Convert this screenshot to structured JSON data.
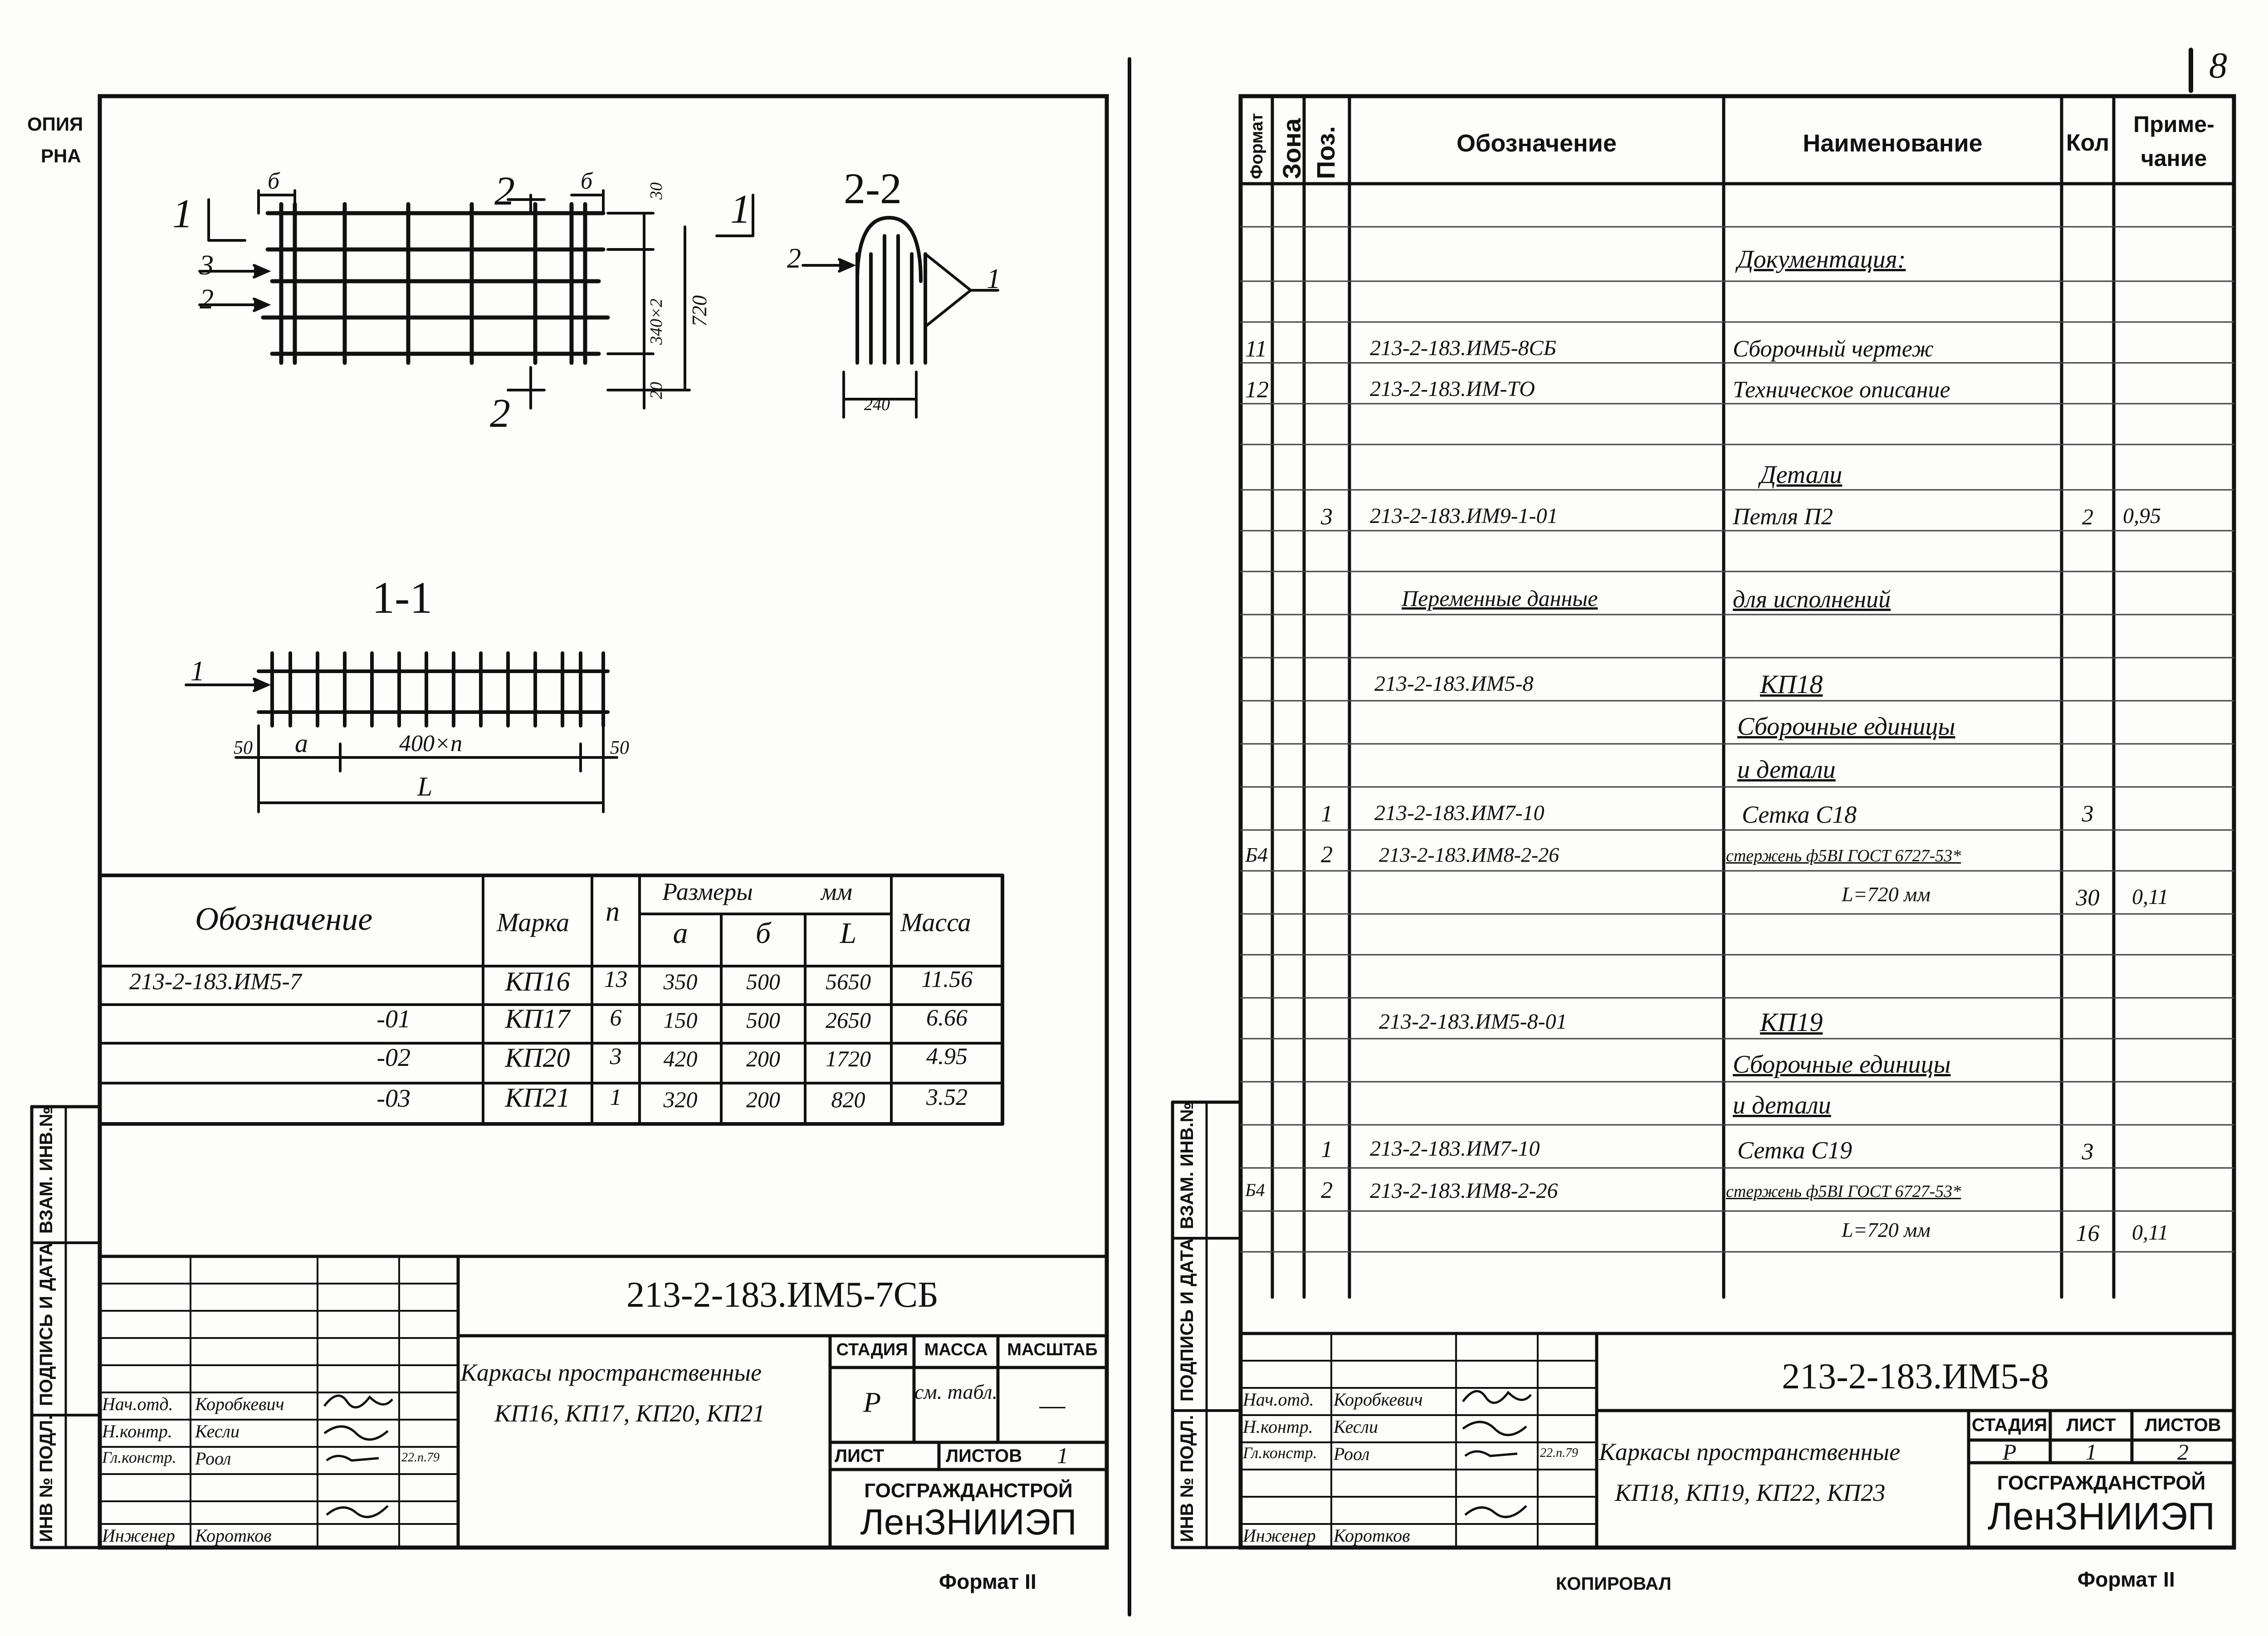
{
  "margin_left": [
    "ОПИЯ",
    "РНА"
  ],
  "page_number": "8",
  "left_sheet": {
    "section_2_2": "2-2",
    "section_1_1": "1-1",
    "callouts": {
      "n1a": "1",
      "n1b": "1",
      "n2a": "2",
      "n2b": "2",
      "n3": "3",
      "b1": "б",
      "b2": "б",
      "d30": "30",
      "d340": "340×2",
      "d720": "720",
      "d20": "20",
      "s22_2": "2",
      "s22_1": "1",
      "d240": "240",
      "s11_1": "1",
      "d50a": "50",
      "da": "a",
      "d400n": "400×n",
      "d50b": "50",
      "dL": "L"
    },
    "table": {
      "headers": {
        "designation": "Обозначение",
        "mark": "Марка",
        "n": "n",
        "sizes": "Размеры",
        "mm": "мм",
        "a": "a",
        "b": "б",
        "L": "L",
        "mass": "Масса"
      },
      "rows": [
        {
          "designation": "213-2-183.ИМ5-7",
          "mark": "КП16",
          "n": "13",
          "a": "350",
          "b": "500",
          "L": "5650",
          "mass": "11.56"
        },
        {
          "designation": "-01",
          "mark": "КП17",
          "n": "6",
          "a": "150",
          "b": "500",
          "L": "2650",
          "mass": "6.66"
        },
        {
          "designation": "-02",
          "mark": "КП20",
          "n": "3",
          "a": "420",
          "b": "200",
          "L": "1720",
          "mass": "4.95"
        },
        {
          "designation": "-03",
          "mark": "КП21",
          "n": "1",
          "a": "320",
          "b": "200",
          "L": "820",
          "mass": "3.52"
        }
      ]
    },
    "side_labels": [
      "ИНВ № ПОДЛ.",
      "ПОДПИСЬ И ДАТА",
      "ВЗАМ. ИНВ.№"
    ],
    "title_block": {
      "code": "213-2-183.ИМ5-7СБ",
      "title_line1": "Каркасы пространственные",
      "title_line2": "КП16, КП17, КП20, КП21",
      "stage_h": "СТАДИЯ",
      "mass_h": "МАССА",
      "scale_h": "МАСШТАБ",
      "stage": "Р",
      "mass": "см. табл.",
      "scale": "—",
      "sheet_h": "ЛИСТ",
      "sheets_h": "ЛИСТОВ",
      "sheets": "1",
      "org1": "ГОСГРАЖДАНСТРОЙ",
      "org2": "ЛенЗНИИЭП",
      "people": [
        {
          "role": "Нач.отд.",
          "name": "Коробкевич",
          "date": ""
        },
        {
          "role": "Н.контр.",
          "name": "Кесли",
          "date": ""
        },
        {
          "role": "Гл.констр.",
          "name": "Роол",
          "date": "22.п.79"
        },
        {
          "role": "Инженер",
          "name": "Коротков",
          "date": ""
        }
      ]
    },
    "format": "Формат II"
  },
  "center_label": "КОПИРОВАЛ",
  "right_sheet": {
    "headers": {
      "format": "Формат",
      "zone": "Зона",
      "pos": "Поз.",
      "designation": "Обозначение",
      "name": "Наименование",
      "qty": "Кол",
      "note1": "Приме-",
      "note2": "чание"
    },
    "rows": [
      {
        "fmt": "",
        "pos": "",
        "des": "",
        "name": "Документация:",
        "qty": "",
        "note": ""
      },
      {
        "fmt": "11",
        "pos": "",
        "des": "213-2-183.ИМ5-8СБ",
        "name": "Сборочный чертеж",
        "qty": "",
        "note": ""
      },
      {
        "fmt": "12",
        "pos": "",
        "des": "213-2-183.ИМ-ТО",
        "name": "Техническое описание",
        "qty": "",
        "note": ""
      },
      {
        "fmt": "",
        "pos": "",
        "des": "",
        "name": "Детали",
        "qty": "",
        "note": ""
      },
      {
        "fmt": "",
        "pos": "3",
        "des": "213-2-183.ИМ9-1-01",
        "name": "Петля П2",
        "qty": "2",
        "note": "0,95"
      },
      {
        "fmt": "",
        "pos": "",
        "des": "Переменные данные",
        "name": "для исполнений",
        "qty": "",
        "note": ""
      },
      {
        "fmt": "",
        "pos": "",
        "des": "213-2-183.ИМ5-8",
        "name": "КП18",
        "qty": "",
        "note": ""
      },
      {
        "fmt": "",
        "pos": "",
        "des": "",
        "name": "Сборочные единицы",
        "qty": "",
        "note": ""
      },
      {
        "fmt": "",
        "pos": "",
        "des": "",
        "name": "и детали",
        "qty": "",
        "note": ""
      },
      {
        "fmt": "",
        "pos": "1",
        "des": "213-2-183.ИМ7-10",
        "name": "Сетка С18",
        "qty": "3",
        "note": ""
      },
      {
        "fmt": "Б4",
        "pos": "2",
        "des": "213-2-183.ИМ8-2-26",
        "name": "стержень ф5ВI ГОСТ 6727-53*",
        "qty": "",
        "note": ""
      },
      {
        "fmt": "",
        "pos": "",
        "des": "",
        "name": "L=720 мм",
        "qty": "30",
        "note": "0,11"
      },
      {
        "fmt": "",
        "pos": "",
        "des": "213-2-183.ИМ5-8-01",
        "name": "КП19",
        "qty": "",
        "note": ""
      },
      {
        "fmt": "",
        "pos": "",
        "des": "",
        "name": "Сборочные единицы",
        "qty": "",
        "note": ""
      },
      {
        "fmt": "",
        "pos": "",
        "des": "",
        "name": "и детали",
        "qty": "",
        "note": ""
      },
      {
        "fmt": "",
        "pos": "1",
        "des": "213-2-183.ИМ7-10",
        "name": "Сетка С19",
        "qty": "3",
        "note": ""
      },
      {
        "fmt": "Б4",
        "pos": "2",
        "des": "213-2-183.ИМ8-2-26",
        "name": "стержень ф5ВI ГОСТ 6727-53*",
        "qty": "",
        "note": ""
      },
      {
        "fmt": "",
        "pos": "",
        "des": "",
        "name": "L=720 мм",
        "qty": "16",
        "note": "0,11"
      }
    ],
    "side_labels": [
      "ИНВ № ПОДЛ.",
      "ПОДПИСЬ И ДАТА",
      "ВЗАМ. ИНВ.№"
    ],
    "title_block": {
      "code": "213-2-183.ИМ5-8",
      "title_line1": "Каркасы пространственные",
      "title_line2": "КП18, КП19, КП22, КП23",
      "stage_h": "СТАДИЯ",
      "sheet_h": "ЛИСТ",
      "sheets_h": "ЛИСТОВ",
      "stage": "Р",
      "sheet": "1",
      "sheets": "2",
      "org1": "ГОСГРАЖДАНСТРОЙ",
      "org2": "ЛенЗНИИЭП",
      "people": [
        {
          "role": "Нач.отд.",
          "name": "Коробкевич",
          "date": ""
        },
        {
          "role": "Н.контр.",
          "name": "Кесли",
          "date": ""
        },
        {
          "role": "Гл.констр.",
          "name": "Роол",
          "date": "22.п.79"
        },
        {
          "role": "Инженер",
          "name": "Коротков",
          "date": ""
        }
      ]
    },
    "format": "Формат II"
  }
}
